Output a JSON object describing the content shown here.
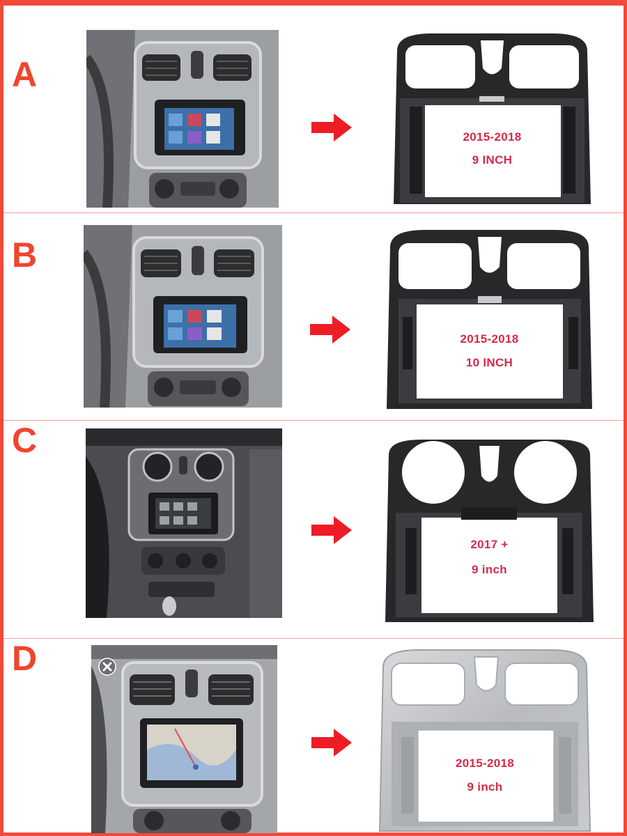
{
  "rows": [
    {
      "letter": "A",
      "year": "2015-2018",
      "size": "9 INCH",
      "frame_color": "black"
    },
    {
      "letter": "B",
      "year": "2015-2018",
      "size": "10 INCH",
      "frame_color": "black"
    },
    {
      "letter": "C",
      "year": "2017 +",
      "size": "9 inch",
      "frame_color": "black"
    },
    {
      "letter": "D",
      "year": "2015-2018",
      "size": "9 inch",
      "frame_color": "silver"
    }
  ],
  "colors": {
    "accent": "#f0452f",
    "label": "#d52a4a",
    "arrow": "#ee1c25"
  },
  "icons": {
    "arrow": "right-arrow-icon",
    "close": "close-icon"
  }
}
